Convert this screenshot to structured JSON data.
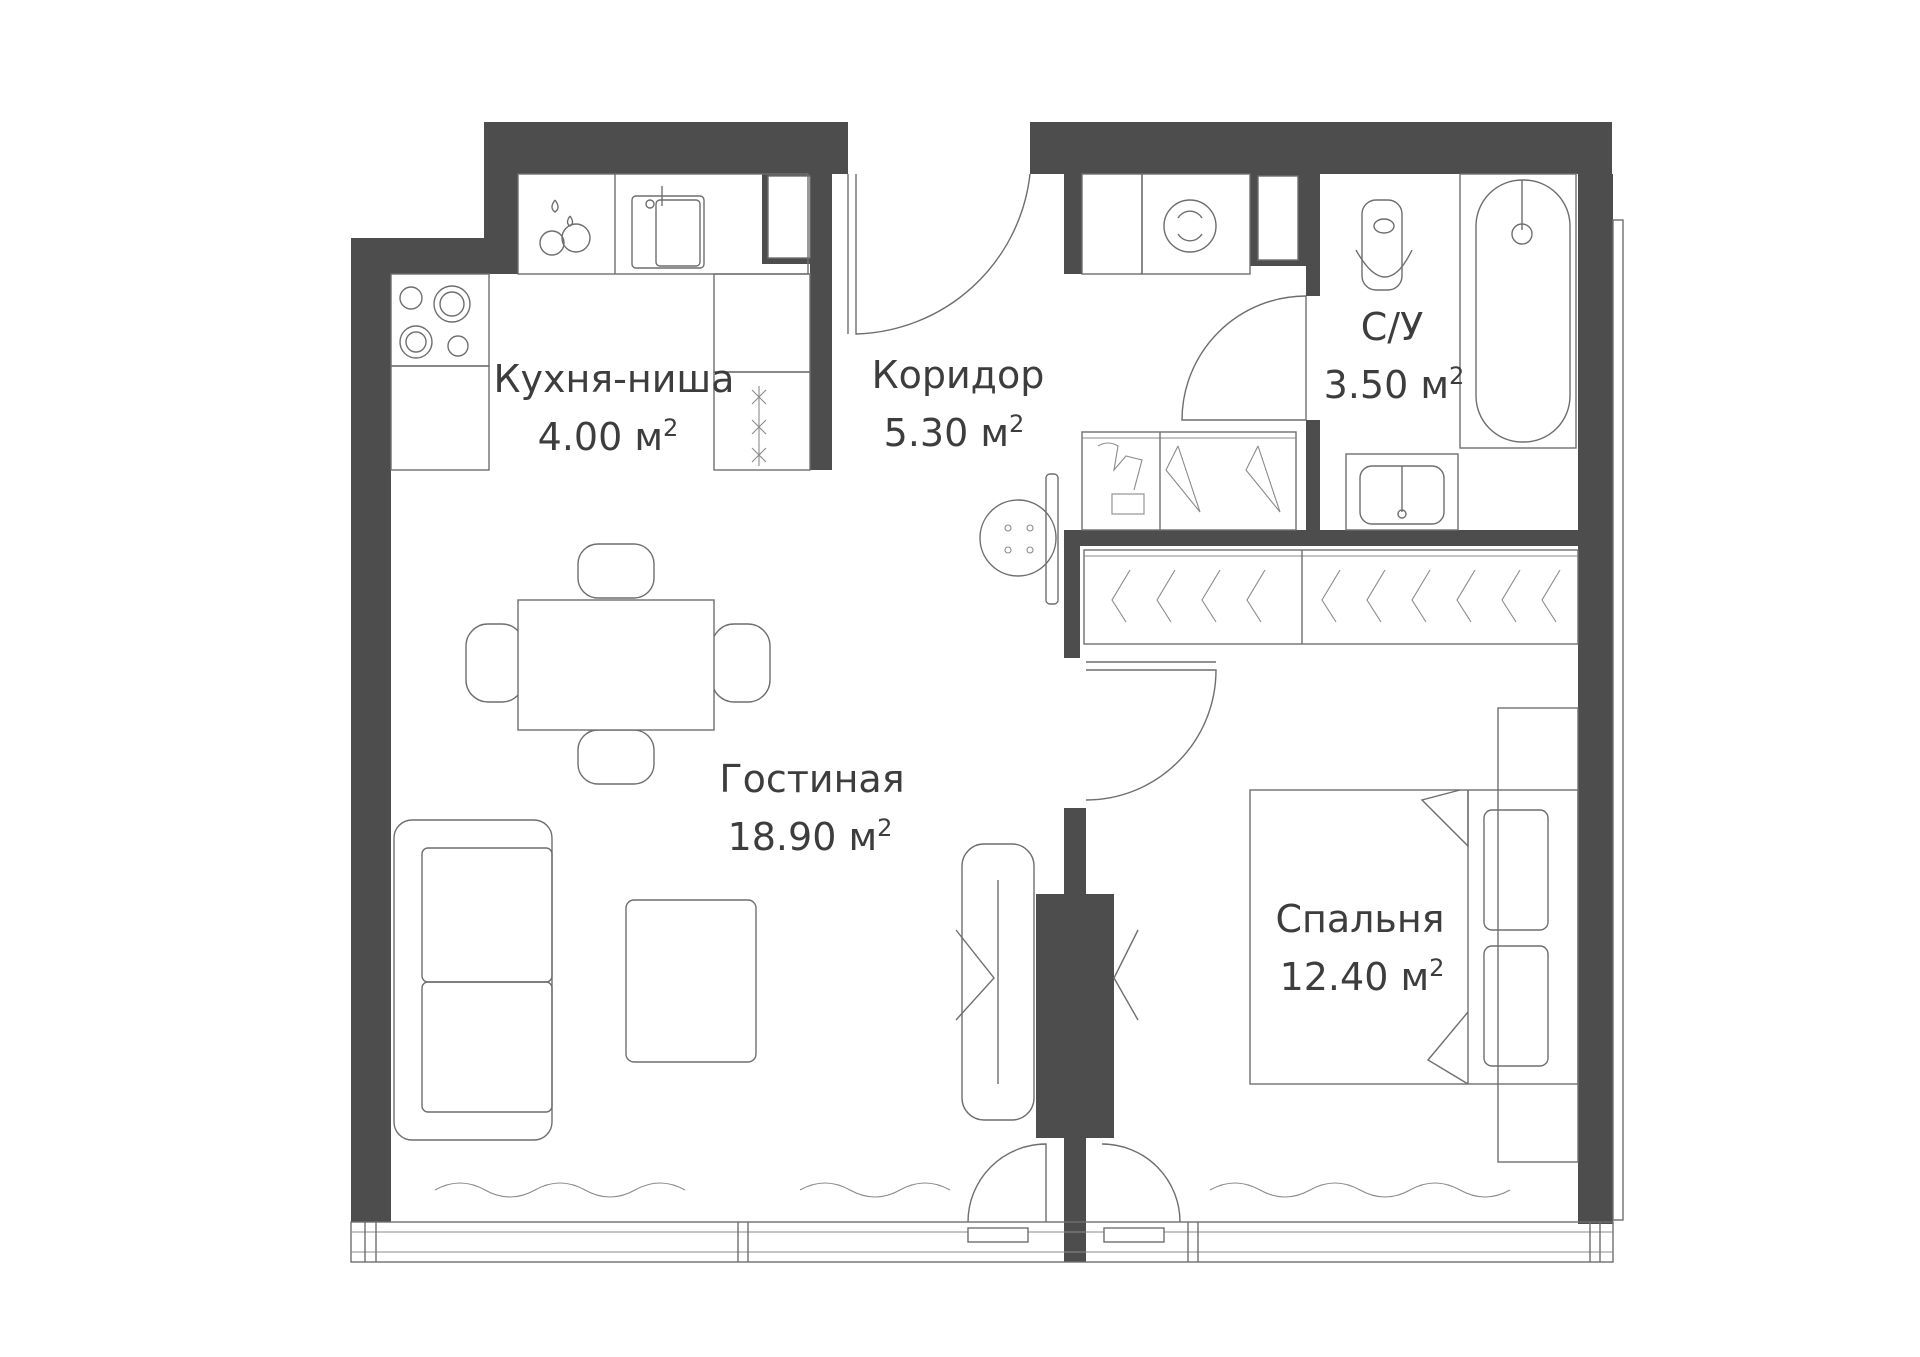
{
  "colors": {
    "wall": "#4d4d4d",
    "line": "#6e6e6e",
    "background": "#ffffff"
  },
  "rooms": {
    "kitchen": {
      "name": "Кухня-ниша",
      "area": "4.00 м"
    },
    "corridor": {
      "name": "Коридор",
      "area": "5.30 м"
    },
    "bathroom": {
      "name": "С/У",
      "area": "3.50 м"
    },
    "living": {
      "name": "Гостиная",
      "area": "18.90 м"
    },
    "bedroom": {
      "name": "Спальня",
      "area": "12.40 м"
    }
  },
  "area_unit_superscript": "2",
  "icons": [
    "sink-icon",
    "stove-icon",
    "dishwasher-icon",
    "washing-machine-icon",
    "toilet-icon",
    "bathtub-icon",
    "hanger-icon",
    "bed-icon",
    "sofa-icon",
    "table-icon",
    "chair-icon"
  ]
}
